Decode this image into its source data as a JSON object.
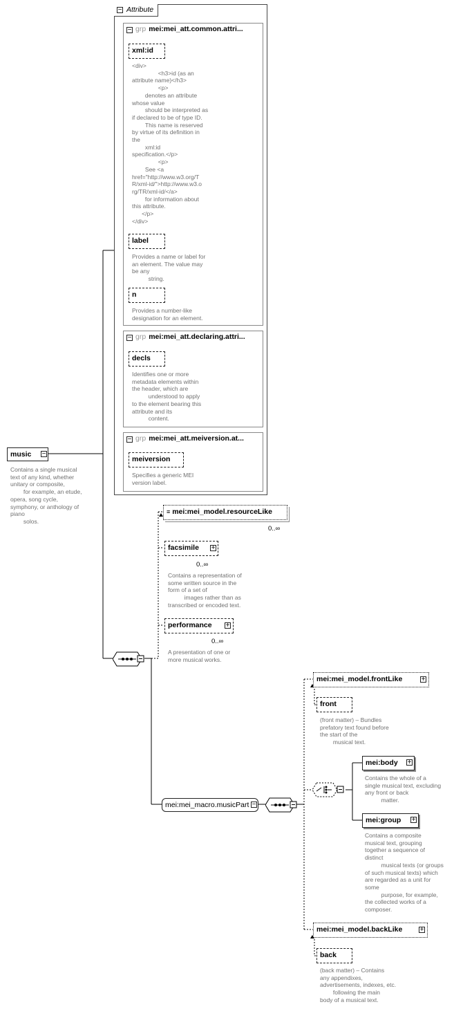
{
  "attribute_panel": {
    "title": "Attribute",
    "groups": [
      {
        "prefix": "grp",
        "name": "mei:mei_att.common.attri...",
        "attributes": [
          {
            "name": "xml:id",
            "doc": "<div>\n                <h3>id (as an\nattribute name)</h3>\n                <p>\n        denotes an attribute\nwhose value\n        should be interpreted as\nif declared to be of type ID.\n        This name is reserved\nby virtue of its definition in\nthe\n        xml:id\nspecification.</p>\n                <p>\n        See <a\nhref=\"http://www.w3.org/T\nR/xml-id/\">http://www.w3.o\nrg/TR/xml-id/</a>\n        for information about\nthis attribute.\n      </p>\n</div>"
          },
          {
            "name": "label",
            "doc": "Provides a name or label for\nan element. The value may\nbe any\n          string."
          },
          {
            "name": "n",
            "doc": "Provides a number-like\ndesignation for an element."
          }
        ]
      },
      {
        "prefix": "grp",
        "name": "mei:mei_att.declaring.attri...",
        "attributes": [
          {
            "name": "decls",
            "doc": "Identifies one or more\nmetadata elements within\nthe header, which are\n          understood to apply\nto the element bearing this\nattribute and its\n          content."
          }
        ]
      },
      {
        "prefix": "grp",
        "name": "mei:mei_att.meiversion.at...",
        "attributes": [
          {
            "name": "meiversion",
            "doc": "Specifies a generic MEI\nversion label."
          }
        ]
      }
    ]
  },
  "root": {
    "name": "music",
    "doc": "Contains a single musical\ntext of any kind, whether\nunitary or composite,\n        for example, an etude,\nopera, song cycle,\nsymphony, or anthology of\npiano\n        solos."
  },
  "resource_like": {
    "name": "mei:mei_model.resourceLike",
    "occurs": "0..∞",
    "children": [
      {
        "name": "facsimile",
        "occurs": "0..∞",
        "doc": "Contains a representation of\nsome written source in the\nform of a set of\n          images rather than as\ntranscribed or encoded text."
      },
      {
        "name": "performance",
        "occurs": "0..∞",
        "doc": "A presentation of one or\nmore musical works."
      }
    ]
  },
  "music_part": {
    "name": "mei:mei_macro.musicPart"
  },
  "front_like": {
    "name": "mei:mei_model.frontLike",
    "child": {
      "name": "front",
      "doc": "(front matter) – Bundles\nprefatory text found before\nthe start of the\n        musical text."
    }
  },
  "body": {
    "name": "mei:body",
    "doc": "Contains the whole of a\nsingle musical text, excluding\nany front or back\n          matter."
  },
  "group": {
    "name": "mei:group",
    "doc": "Contains a composite\nmusical text, grouping\ntogether a sequence of\ndistinct\n          musical texts (or groups\nof such musical texts) which\nare regarded as a unit for\nsome\n          purpose, for example,\nthe collected works of a\ncomposer."
  },
  "back_like": {
    "name": "mei:mei_model.backLike",
    "child": {
      "name": "back",
      "doc": "(back matter) – Contains\nany appendixes,\nadvertisements, indexes, etc.\n        following the main\nbody of a musical text."
    }
  },
  "icons": {
    "minus": "−",
    "plus": "+"
  }
}
